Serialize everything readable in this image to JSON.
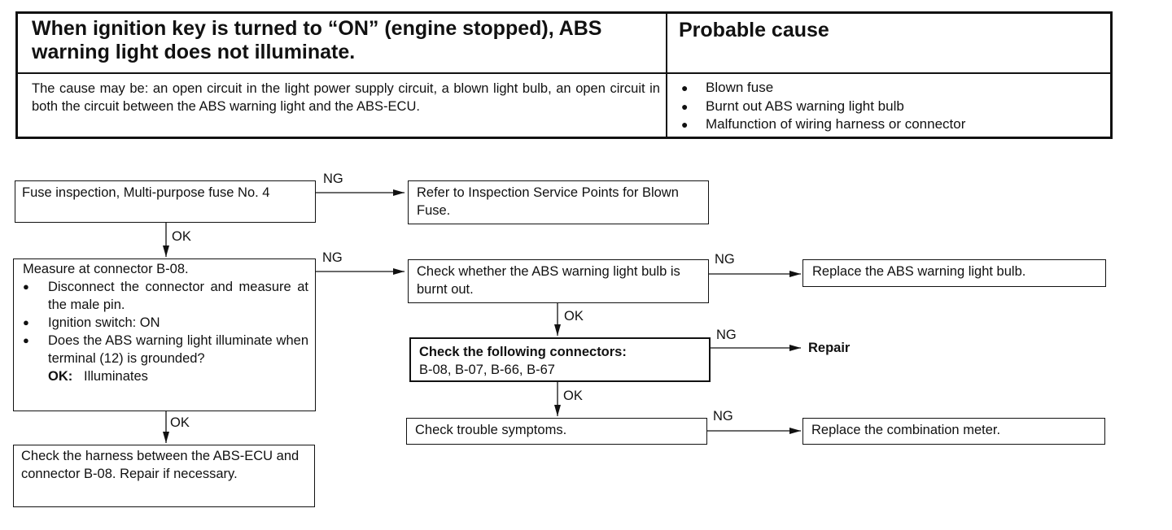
{
  "header": {
    "title_left": "When ignition key is turned to “ON” (engine stopped), ABS warning light does not illuminate.",
    "title_right": "Probable cause",
    "description": "The cause may be: an open circuit in the light power supply circuit, a blown light bulb, an open circuit in both the circuit between the ABS warning light and the ABS-ECU.",
    "causes": [
      "Blown fuse",
      "Burnt out ABS warning light bulb",
      "Malfunction of wiring harness or connector"
    ]
  },
  "flow": {
    "fuse_box": "Fuse inspection, Multi-purpose fuse No. 4",
    "blown_fuse_box": "Refer to Inspection Service Points for Blown Fuse.",
    "measure_box": {
      "title": "Measure at connector B-08.",
      "bullets": [
        "Disconnect the connector and measure at the male pin.",
        "Ignition switch: ON",
        "Does the ABS warning light illuminate when terminal (12) is grounded?"
      ],
      "ok_label": "OK:",
      "ok_value": "Illuminates"
    },
    "bulb_check_box": "Check whether the ABS warning light bulb is burnt out.",
    "replace_bulb_box": "Replace the ABS warning light bulb.",
    "connectors_box": {
      "title": "Check the following connectors:",
      "list": "B-08, B-07, B-66, B-67"
    },
    "repair_label": "Repair",
    "trouble_box": "Check trouble symptoms.",
    "replace_meter_box": "Replace the combination meter.",
    "harness_box": "Check the harness between the ABS-ECU and connector B-08. Repair if necessary.",
    "ng": "NG",
    "ok": "OK"
  }
}
